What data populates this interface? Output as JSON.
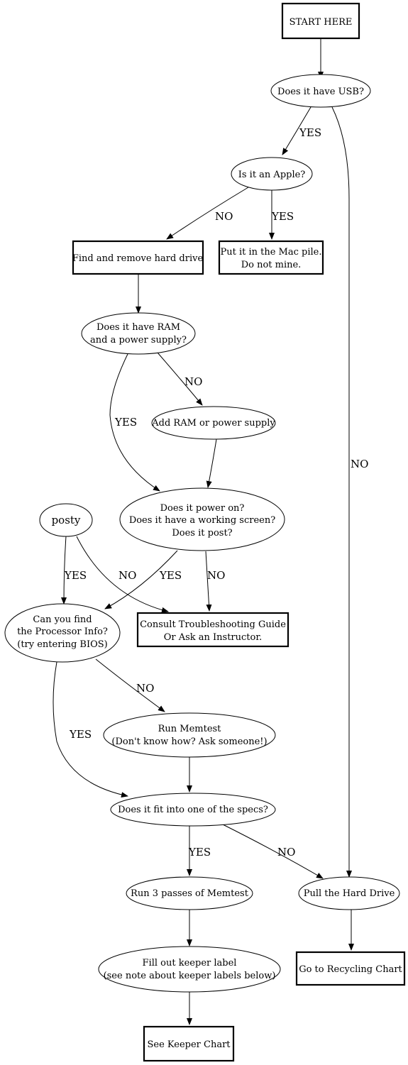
{
  "nodes": {
    "start": {
      "lines": [
        "START HERE"
      ]
    },
    "usb": {
      "lines": [
        "Does it have USB?"
      ]
    },
    "apple": {
      "lines": [
        "Is it an Apple?"
      ]
    },
    "remove_hd": {
      "lines": [
        "Find and remove hard drive"
      ]
    },
    "mac_pile": {
      "lines": [
        "Put it in the Mac pile.",
        "Do not mine."
      ]
    },
    "ram": {
      "lines": [
        "Does it have RAM",
        "and a power supply?"
      ]
    },
    "add_ram": {
      "lines": [
        "Add RAM or power supply"
      ]
    },
    "power": {
      "lines": [
        "Does it power on?",
        "Does it have a working screen?",
        "Does it post?"
      ]
    },
    "posty": {
      "lines": [
        "posty"
      ]
    },
    "processor": {
      "lines": [
        "Can you find",
        "the Processor Info?",
        "(try entering BIOS)"
      ]
    },
    "troubleshoot": {
      "lines": [
        "Consult Troubleshooting Guide",
        "Or Ask an Instructor."
      ]
    },
    "memtest": {
      "lines": [
        "Run Memtest",
        "(Don't know how?  Ask someone!)"
      ]
    },
    "specs": {
      "lines": [
        "Does it fit into one of the specs?"
      ]
    },
    "three_passes": {
      "lines": [
        "Run 3 passes of Memtest"
      ]
    },
    "pull_hd": {
      "lines": [
        "Pull the Hard Drive"
      ]
    },
    "keeper_label": {
      "lines": [
        "Fill out keeper label",
        "(see note about keeper labels below)"
      ]
    },
    "recycling": {
      "lines": [
        "Go to Recycling Chart"
      ]
    },
    "keeper_chart": {
      "lines": [
        "See Keeper Chart"
      ]
    }
  },
  "edge_labels": {
    "usb_apple": "YES",
    "usb_pull": "NO",
    "apple_remove": "NO",
    "apple_mac": "YES",
    "ram_add": "NO",
    "ram_power": "YES",
    "power_processor": "YES",
    "power_troubleshoot": "NO",
    "posty_processor": "YES",
    "posty_troubleshoot": "NO",
    "processor_memtest": "NO",
    "processor_specs": "YES",
    "specs_three": "YES",
    "specs_pull": "NO"
  }
}
